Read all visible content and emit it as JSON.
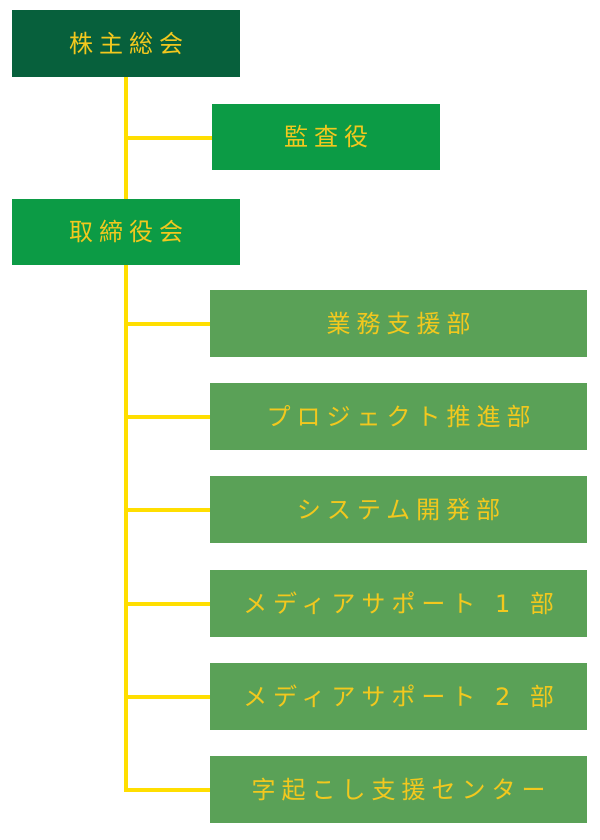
{
  "diagram": {
    "kind": "organization-chart",
    "orientation": "top-down"
  },
  "colors": {
    "dark_green": "#07603C",
    "medium_green": "#0C9B45",
    "light_green": "#5AA157",
    "line_yellow": "#FFDE00",
    "text_yellow": "#F2C81E",
    "background": "#FFFFFF"
  },
  "nodes": {
    "shareholders_meeting": {
      "label": "株主総会"
    },
    "auditor": {
      "label": "監査役"
    },
    "board_of_directors": {
      "label": "取締役会"
    },
    "departments": [
      {
        "label": "業務支援部"
      },
      {
        "label": "プロジェクト推進部"
      },
      {
        "label": "システム開発部"
      },
      {
        "label": "メディアサポート 1 部"
      },
      {
        "label": "メディアサポート 2 部"
      },
      {
        "label": "字起こし支援センター"
      }
    ]
  }
}
